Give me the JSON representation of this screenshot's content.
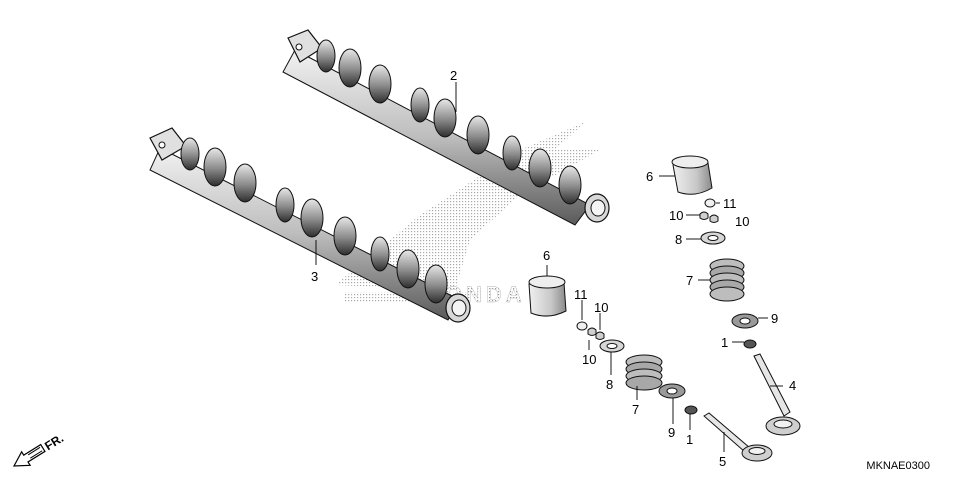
{
  "diagram": {
    "code": "MKNAE0300",
    "front_marker": "FR.",
    "watermark_brand": "HONDA",
    "callouts": [
      {
        "id": "c2",
        "text": "2"
      },
      {
        "id": "c3",
        "text": "3"
      },
      {
        "id": "c6a",
        "text": "6"
      },
      {
        "id": "c11a",
        "text": "11"
      },
      {
        "id": "c10a",
        "text": "10"
      },
      {
        "id": "c10b",
        "text": "10"
      },
      {
        "id": "c8a",
        "text": "8"
      },
      {
        "id": "c7a",
        "text": "7"
      },
      {
        "id": "c9a",
        "text": "9"
      },
      {
        "id": "c1a",
        "text": "1"
      },
      {
        "id": "c6b",
        "text": "6"
      },
      {
        "id": "c11b",
        "text": "11"
      },
      {
        "id": "c10c",
        "text": "10"
      },
      {
        "id": "c10d",
        "text": "10"
      },
      {
        "id": "c8b",
        "text": "8"
      },
      {
        "id": "c7b",
        "text": "7"
      },
      {
        "id": "c9b",
        "text": "9"
      },
      {
        "id": "c1b",
        "text": "1"
      },
      {
        "id": "c4",
        "text": "4"
      },
      {
        "id": "c5",
        "text": "5"
      }
    ]
  }
}
